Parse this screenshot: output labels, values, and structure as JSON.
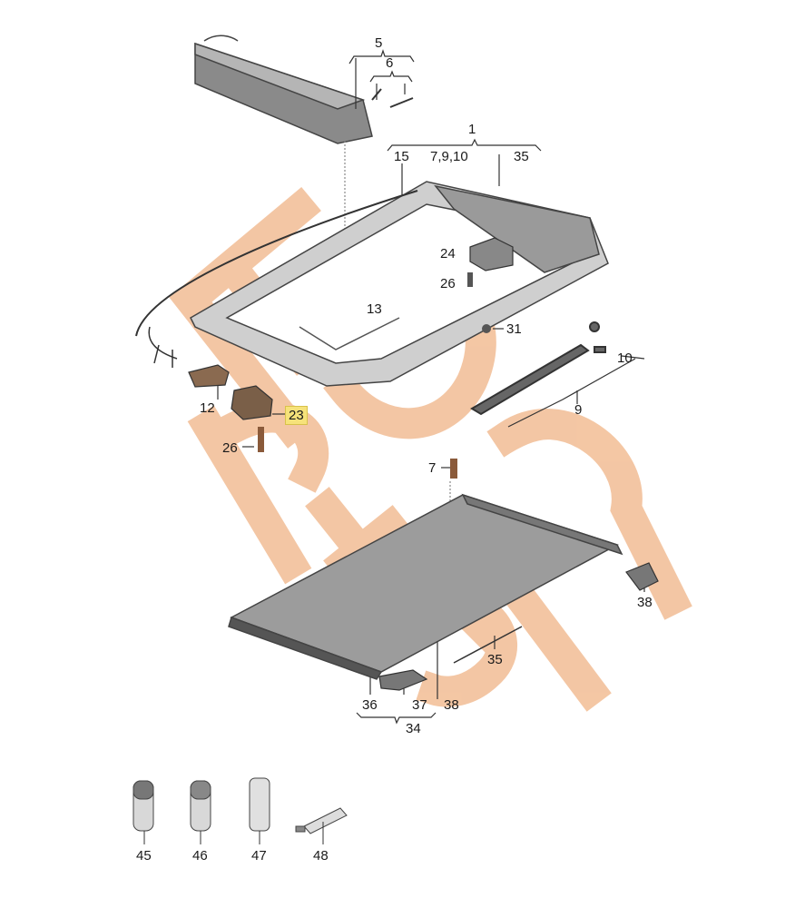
{
  "diagram": {
    "type": "exploded-parts-diagram",
    "subject": "Sunroof / panoramic roof assembly",
    "watermark": {
      "text": "EuroCarParts",
      "color": "#f0b486"
    },
    "highlight_color": "#f6e27a",
    "callouts": [
      {
        "id": "c5",
        "label": "5"
      },
      {
        "id": "c6",
        "label": "6"
      },
      {
        "id": "c1",
        "label": "1"
      },
      {
        "id": "c15",
        "label": "15"
      },
      {
        "id": "c7910",
        "label": "7,9,10"
      },
      {
        "id": "c35a",
        "label": "35"
      },
      {
        "id": "c24",
        "label": "24"
      },
      {
        "id": "c26a",
        "label": "26"
      },
      {
        "id": "c13",
        "label": "13"
      },
      {
        "id": "c31",
        "label": "31"
      },
      {
        "id": "c10",
        "label": "10"
      },
      {
        "id": "c9",
        "label": "9"
      },
      {
        "id": "c12",
        "label": "12"
      },
      {
        "id": "c23",
        "label": "23",
        "highlighted": true
      },
      {
        "id": "c26b",
        "label": "26"
      },
      {
        "id": "c7",
        "label": "7"
      },
      {
        "id": "c38a",
        "label": "38"
      },
      {
        "id": "c35b",
        "label": "35"
      },
      {
        "id": "c36",
        "label": "36"
      },
      {
        "id": "c37",
        "label": "37"
      },
      {
        "id": "c38b",
        "label": "38"
      },
      {
        "id": "c34",
        "label": "34"
      },
      {
        "id": "c45",
        "label": "45"
      },
      {
        "id": "c46",
        "label": "46"
      },
      {
        "id": "c47",
        "label": "47"
      },
      {
        "id": "c48",
        "label": "48"
      }
    ]
  }
}
